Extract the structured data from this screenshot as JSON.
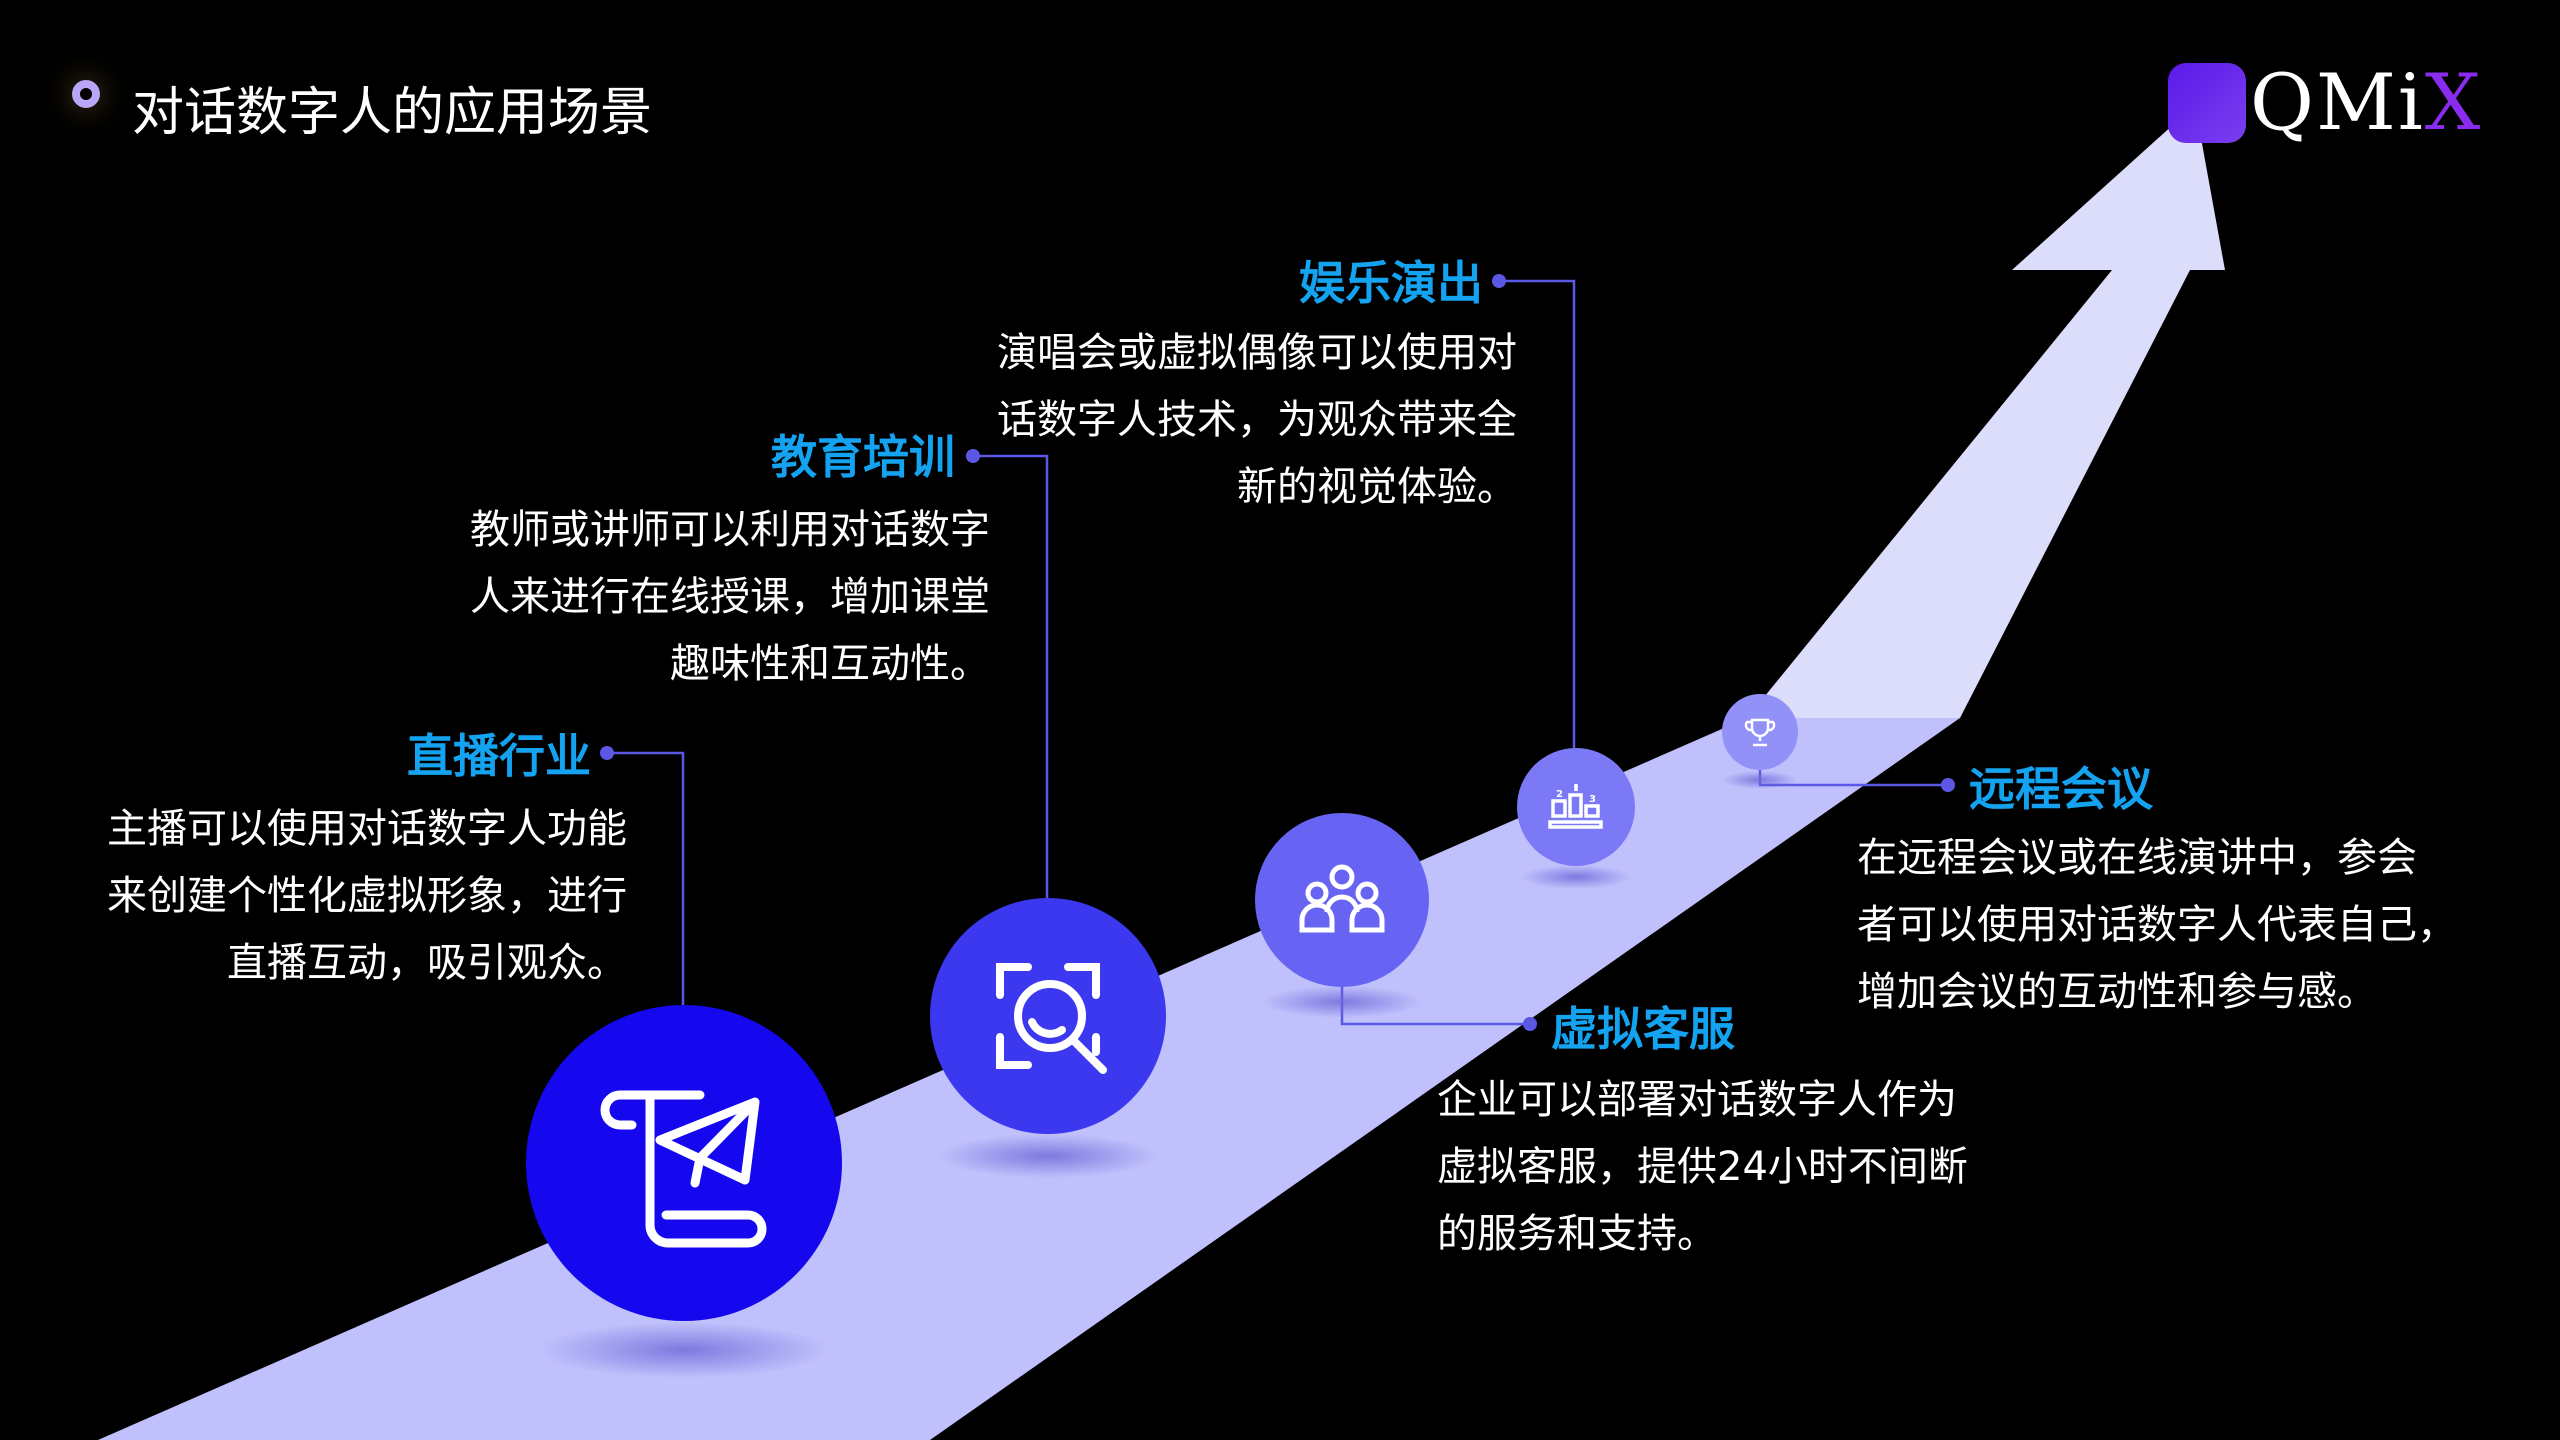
{
  "header": {
    "title": "对话数字人的应用场景",
    "logo_text": "QMiX",
    "logo_main": "QMi",
    "logo_x": "X"
  },
  "colors": {
    "heading": "#14a3f0",
    "road": "#c0c0fc",
    "arrow": "#dcdcfb",
    "accent": "#6f6cf0"
  },
  "scenarios": [
    {
      "icon": "scroll-paper-plane-icon",
      "title": "直播行业",
      "lines": [
        "主播可以使用对话数字人功能",
        "来创建个性化虚拟形象，进行",
        "直播互动，吸引观众。"
      ]
    },
    {
      "icon": "face-scan-icon",
      "title": "教育培训",
      "lines": [
        "教师或讲师可以利用对话数字",
        "人来进行在线授课，增加课堂",
        "趣味性和互动性。"
      ]
    },
    {
      "icon": "group-users-icon",
      "title": "虚拟客服",
      "lines": [
        "企业可以部署对话数字人作为",
        "虚拟客服，提供24小时不间断",
        "的服务和支持。"
      ]
    },
    {
      "icon": "podium-ranking-icon",
      "title": "娱乐演出",
      "lines": [
        "演唱会或虚拟偶像可以使用对",
        "话数字人技术，为观众带来全",
        "新的视觉体验。"
      ]
    },
    {
      "icon": "trophy-icon",
      "title": "远程会议",
      "lines": [
        "在远程会议或在线演讲中，参会",
        "者可以使用对话数字人代表自己，",
        "增加会议的互动性和参与感。"
      ]
    }
  ]
}
